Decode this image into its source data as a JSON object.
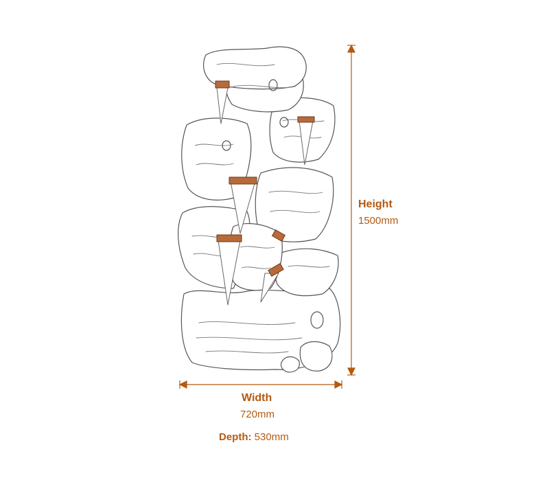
{
  "dimensions": {
    "height": {
      "label": "Height",
      "value": "1500mm"
    },
    "width": {
      "label": "Width",
      "value": "720mm"
    },
    "depth": {
      "label": "Depth:",
      "value": "530mm"
    }
  },
  "colors": {
    "accent": "#b35a12",
    "line": "#555555",
    "spout": "#b86a3a"
  },
  "product": {
    "illustration": "cascading-rock-water-fountain"
  }
}
